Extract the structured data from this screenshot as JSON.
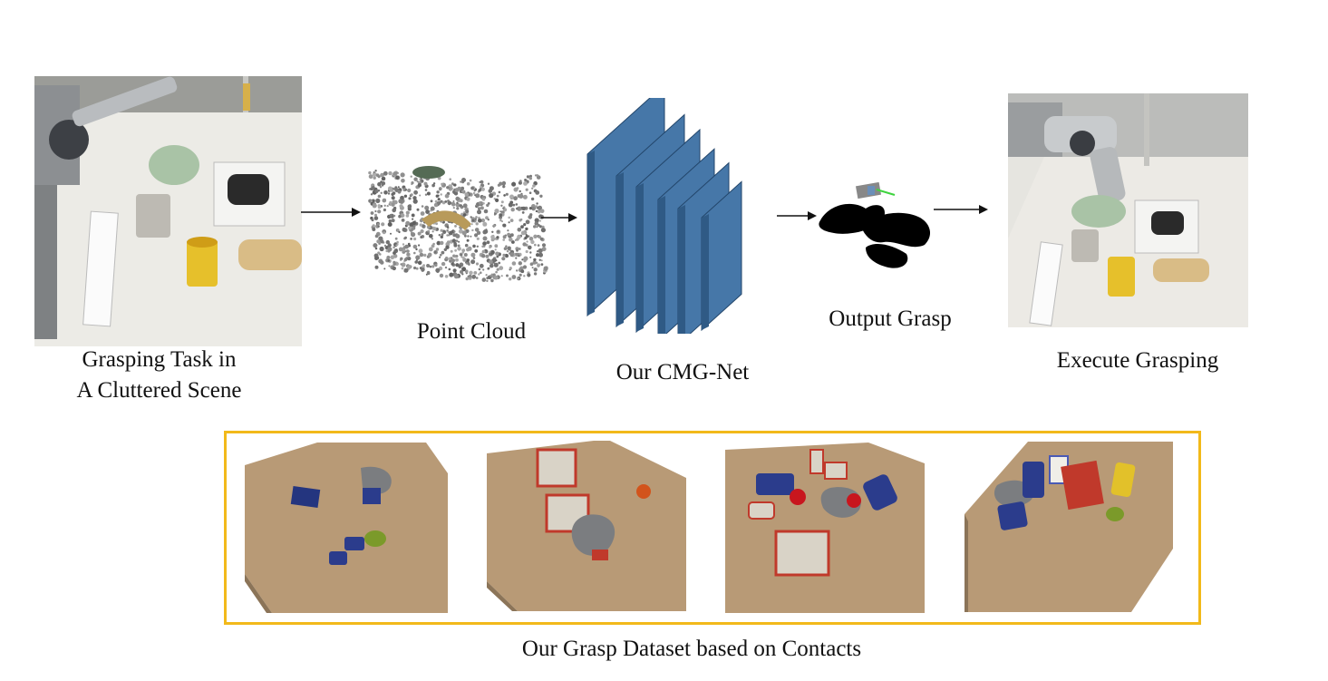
{
  "captions": {
    "scene_line1": "Grasping Task in",
    "scene_line2": "A Cluttered Scene",
    "point_cloud": "Point Cloud",
    "network": "Our CMG-Net",
    "output": "Output Grasp",
    "execute": "Execute Grasping",
    "dataset": "Our Grasp Dataset based on Contacts"
  },
  "colors": {
    "frame": "#f2b91a",
    "layer_front": "#4677a8",
    "layer_side": "#2f5a85",
    "table": "#b89a76"
  }
}
